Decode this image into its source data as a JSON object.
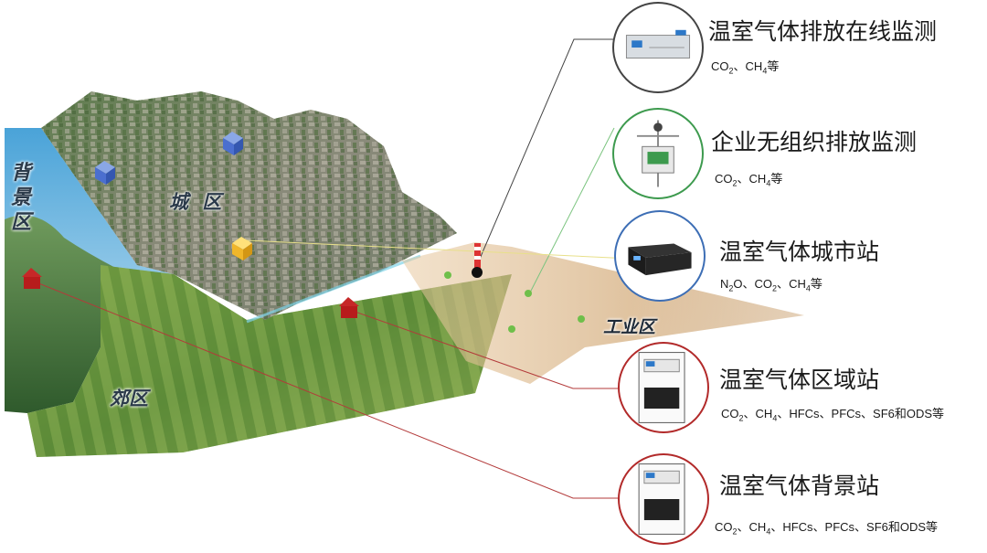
{
  "zones": {
    "background": "背景区",
    "city": "城 区",
    "suburb": "郊区",
    "industrial": "工业区"
  },
  "stations": [
    {
      "title": "温室气体排放在线监测",
      "gases": [
        [
          "CO",
          "2"
        ],
        [
          "、",
          ""
        ],
        [
          "CH",
          "4"
        ],
        [
          "等",
          ""
        ]
      ],
      "icon": "online-analyzer-icon",
      "border_color": "#3a3a3a"
    },
    {
      "title": "企业无组织排放监测",
      "gases": [
        [
          "CO",
          "2"
        ],
        [
          "、",
          ""
        ],
        [
          "CH",
          "4"
        ],
        [
          "等",
          ""
        ]
      ],
      "icon": "fugitive-monitor-icon",
      "border_color": "#3d9a4e"
    },
    {
      "title": "温室气体城市站",
      "gases": [
        [
          "N",
          "2"
        ],
        [
          "O、",
          ""
        ],
        [
          "CO",
          "2"
        ],
        [
          "、",
          ""
        ],
        [
          "CH",
          "4"
        ],
        [
          "等",
          ""
        ]
      ],
      "icon": "rack-server-icon",
      "border_color": "#3d6eb5"
    },
    {
      "title": "温室气体区域站",
      "gases": [
        [
          "CO",
          "2"
        ],
        [
          "、",
          ""
        ],
        [
          "CH",
          "4"
        ],
        [
          "、HFCs、PFCs、SF6和ODS等",
          ""
        ]
      ],
      "icon": "analyzer-cabinet-icon",
      "border_color": "#b22a2a"
    },
    {
      "title": "温室气体背景站",
      "gases": [
        [
          "CO",
          "2"
        ],
        [
          "、",
          ""
        ],
        [
          "CH",
          "4"
        ],
        [
          "、HFCs、PFCs、SF6和ODS等",
          ""
        ]
      ],
      "icon": "analyzer-cabinet-icon",
      "border_color": "#b22a2a"
    }
  ]
}
